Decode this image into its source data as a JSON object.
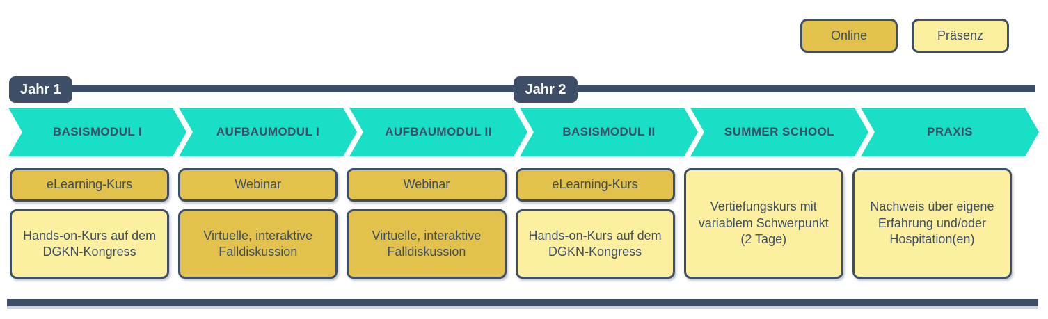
{
  "legend": {
    "online_label": "Online",
    "praesenz_label": "Präsenz"
  },
  "timeline": {
    "year1_label": "Jahr 1",
    "year2_label": "Jahr 2"
  },
  "modules": [
    {
      "label": "BASISMODUL I",
      "items": [
        {
          "text": "eLearning-Kurs",
          "type": "online"
        },
        {
          "text": "Hands-on-Kurs auf dem DGKN-Kongress",
          "type": "praesenz"
        }
      ]
    },
    {
      "label": "AUFBAUMODUL I",
      "items": [
        {
          "text": "Webinar",
          "type": "online"
        },
        {
          "text": "Virtuelle, interaktive Falldiskussion",
          "type": "online"
        }
      ]
    },
    {
      "label": "AUFBAUMODUL II",
      "items": [
        {
          "text": "Webinar",
          "type": "online"
        },
        {
          "text": "Virtuelle, interaktive Falldiskussion",
          "type": "online"
        }
      ]
    },
    {
      "label": "BASISMODUL II",
      "items": [
        {
          "text": "eLearning-Kurs",
          "type": "online"
        },
        {
          "text": "Hands-on-Kurs auf dem DGKN-Kongress",
          "type": "praesenz"
        }
      ]
    },
    {
      "label": "SUMMER SCHOOL",
      "items": [
        {
          "text": "Vertiefungskurs mit variablem Schwerpunkt (2 Tage)",
          "type": "praesenz"
        }
      ]
    },
    {
      "label": "PRAXIS",
      "items": [
        {
          "text": "Nachweis über eigene Erfahrung und/oder Hospitation(en)",
          "type": "praesenz"
        }
      ]
    }
  ],
  "colors": {
    "navy": "#3D4E66",
    "teal": "#18DFC6",
    "online_gold": "#E2C24C",
    "praesenz_yellow": "#FCEFA0"
  }
}
